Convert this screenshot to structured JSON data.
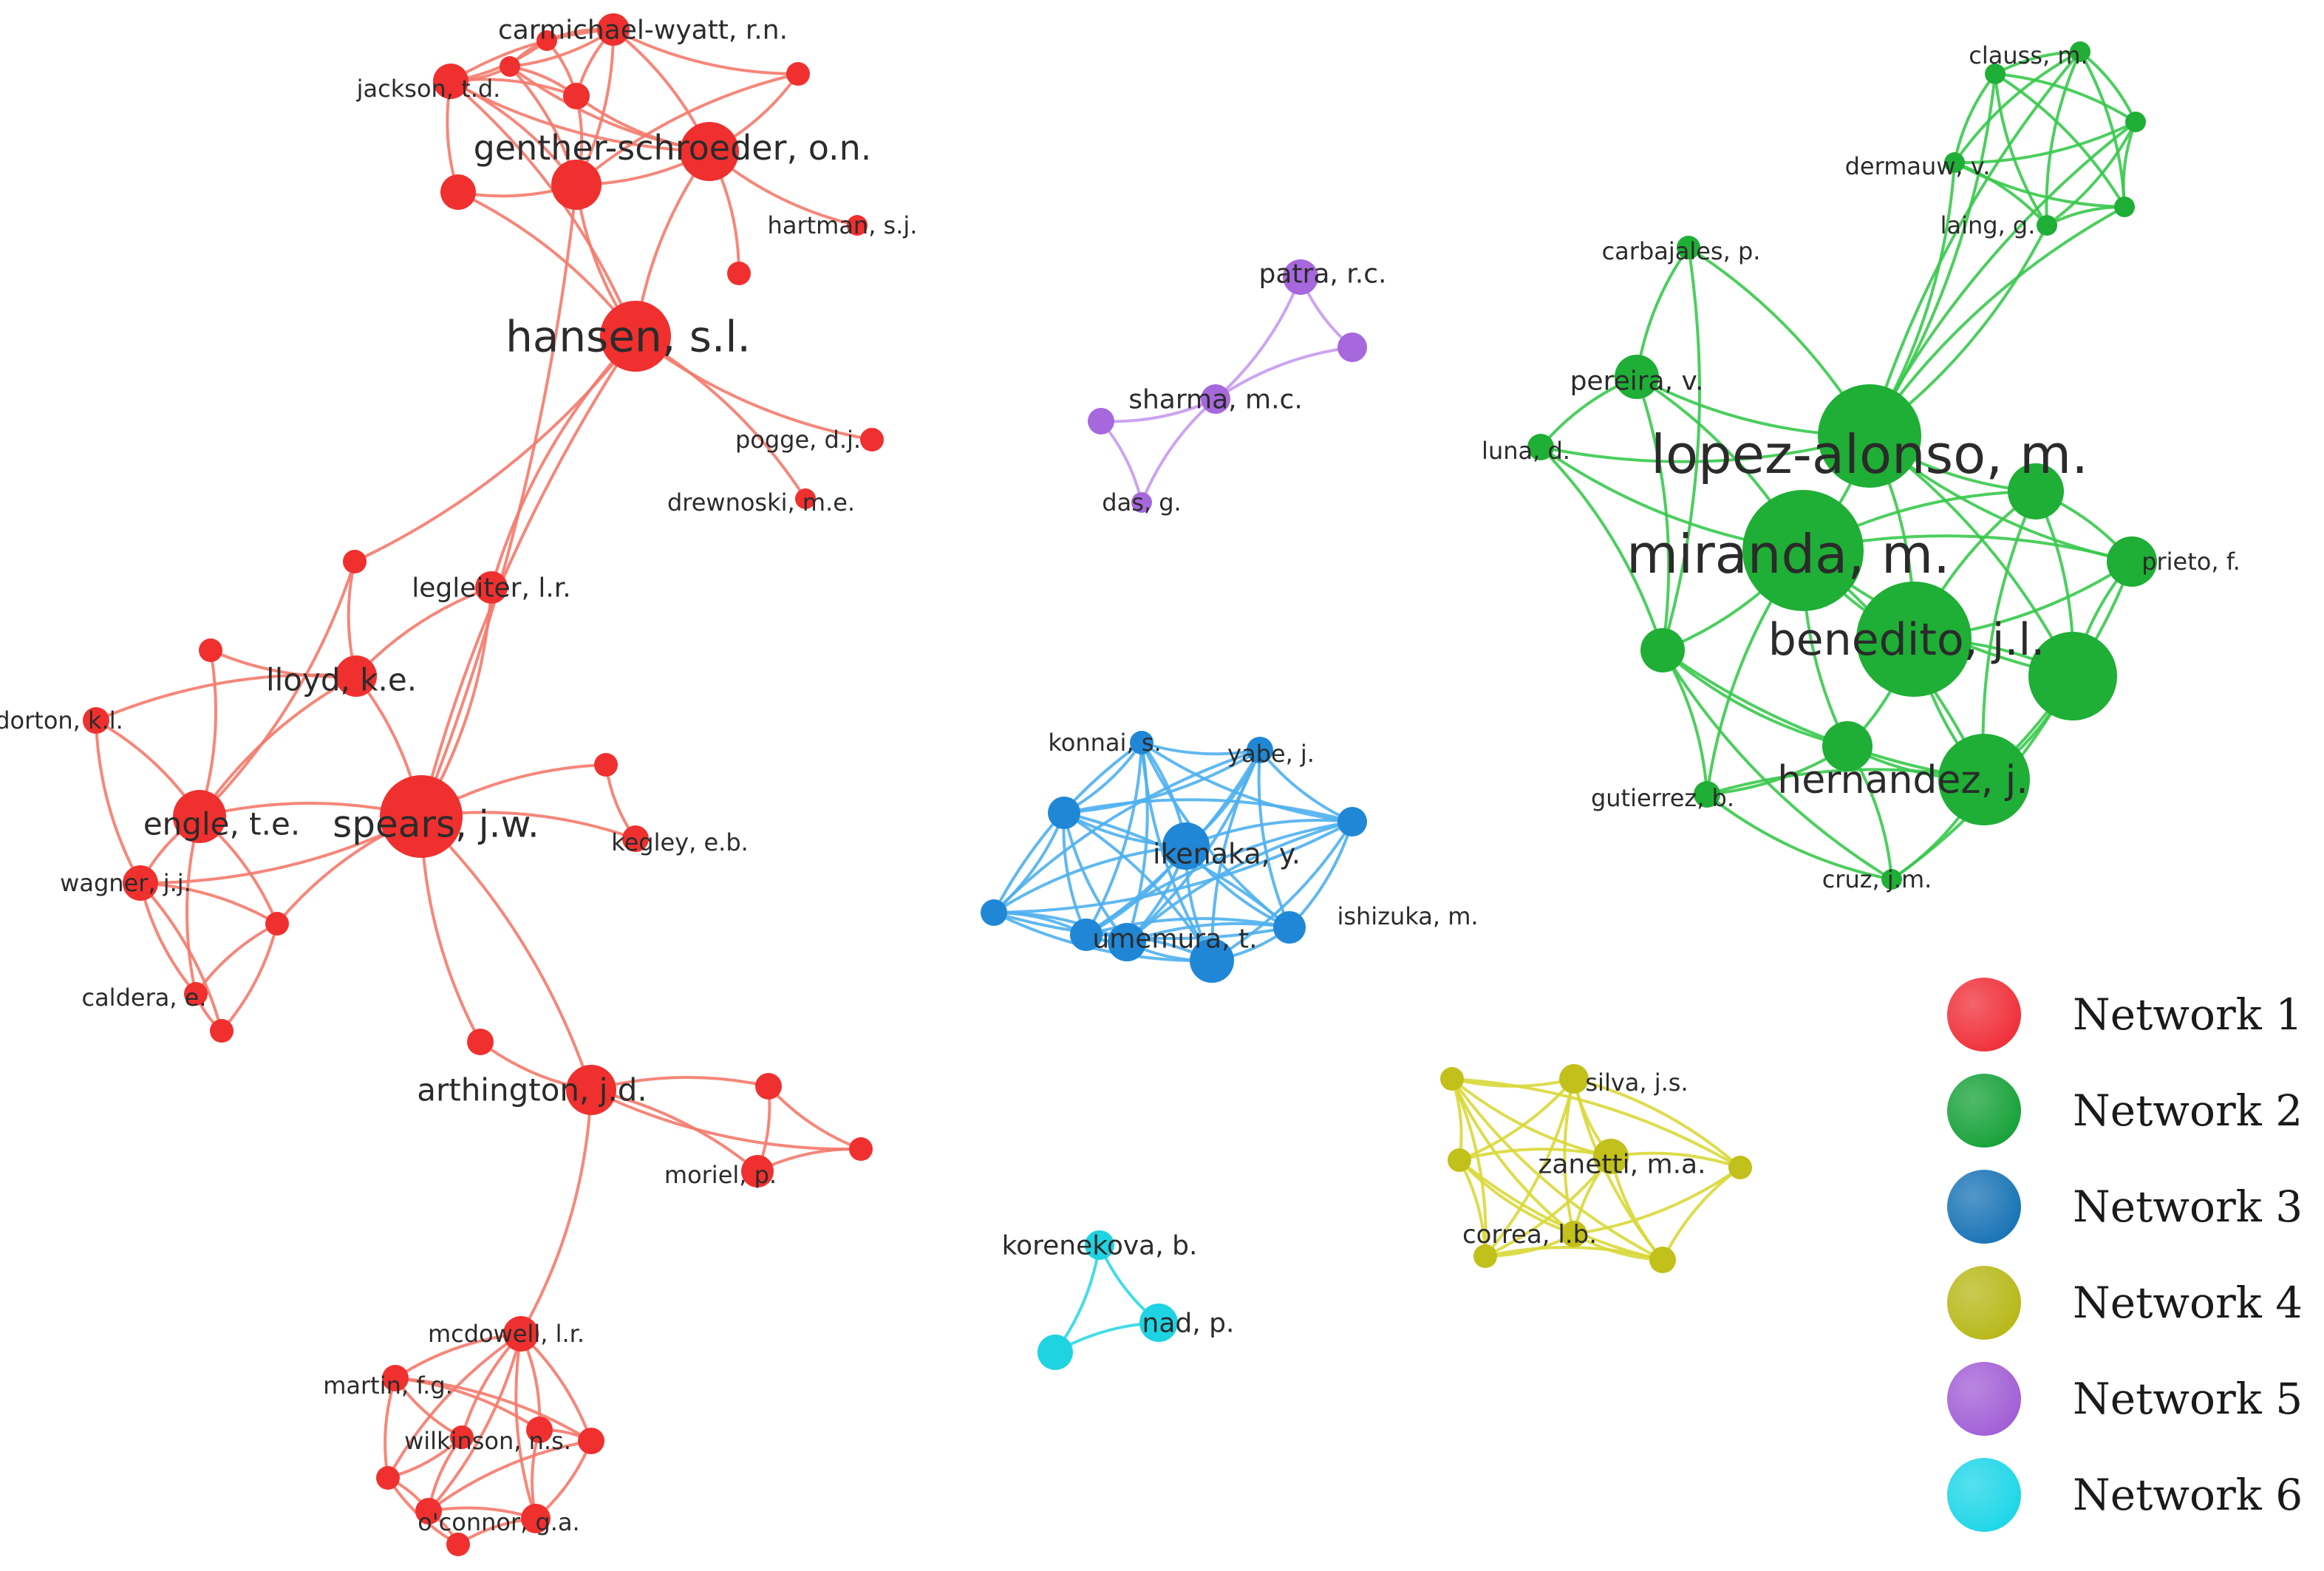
{
  "colors": {
    "network1": "#f0302e",
    "network2": "#1fae36",
    "network3": "#1f87d6",
    "network4": "#c2c01a",
    "network5": "#a668dc",
    "network6": "#1ed3e2",
    "edge1": "#f47a6c",
    "edge2": "#38c94c",
    "edge3": "#4fb0ee",
    "edge4": "#d9d83a",
    "edge5": "#c69af0",
    "edge6": "#2fd8e6"
  },
  "legend": [
    {
      "label": "Network 1",
      "color": "#f0303a"
    },
    {
      "label": "Network 2",
      "color": "#18a23a"
    },
    {
      "label": "Network 3",
      "color": "#1a74b6"
    },
    {
      "label": "Network 4",
      "color": "#b8b81a"
    },
    {
      "label": "Network 5",
      "color": "#a25fd6"
    },
    {
      "label": "Network 6",
      "color": "#1ed6e8"
    }
  ],
  "networks": [
    {
      "id": 1,
      "labels": [
        "carmichael-wyatt, r.n.",
        "jackson, t.d.",
        "genther-schroeder, o.n.",
        "hartman, s.j.",
        "hansen, s.l.",
        "pogge, d.j.",
        "drewnoski, m.e.",
        "legleiter, l.r.",
        "lloyd, k.e.",
        "dorton, k.l.",
        "engle, t.e.",
        "spears, j.w.",
        "kegley, e.b.",
        "wagner, j.j.",
        "caldera, e.",
        "arthington, j.d.",
        "moriel, p.",
        "mcdowell, l.r.",
        "martin, f.g.",
        "wilkinson, n.s.",
        "o'connor, g.a."
      ]
    },
    {
      "id": 2,
      "labels": [
        "clauss, m.",
        "dermauw, v.",
        "laing, g.",
        "carbajales, p.",
        "pereira, v.",
        "luna, d.",
        "lopez-alonso, m.",
        "miranda, m.",
        "prieto, f.",
        "benedito, j.l.",
        "hernandez, j.",
        "gutierrez, b.",
        "cruz, j.m."
      ]
    },
    {
      "id": 3,
      "labels": [
        "konnai, s.",
        "yabe, j.",
        "ikenaka, y.",
        "umemura, t.",
        "ishizuka, m."
      ]
    },
    {
      "id": 4,
      "labels": [
        "silva, j.s.",
        "zanetti, m.a.",
        "correa, l.b."
      ]
    },
    {
      "id": 5,
      "labels": [
        "patra, r.c.",
        "sharma, m.c.",
        "das, g."
      ]
    },
    {
      "id": 6,
      "labels": [
        "korenekova, b.",
        "nad, p."
      ]
    }
  ]
}
